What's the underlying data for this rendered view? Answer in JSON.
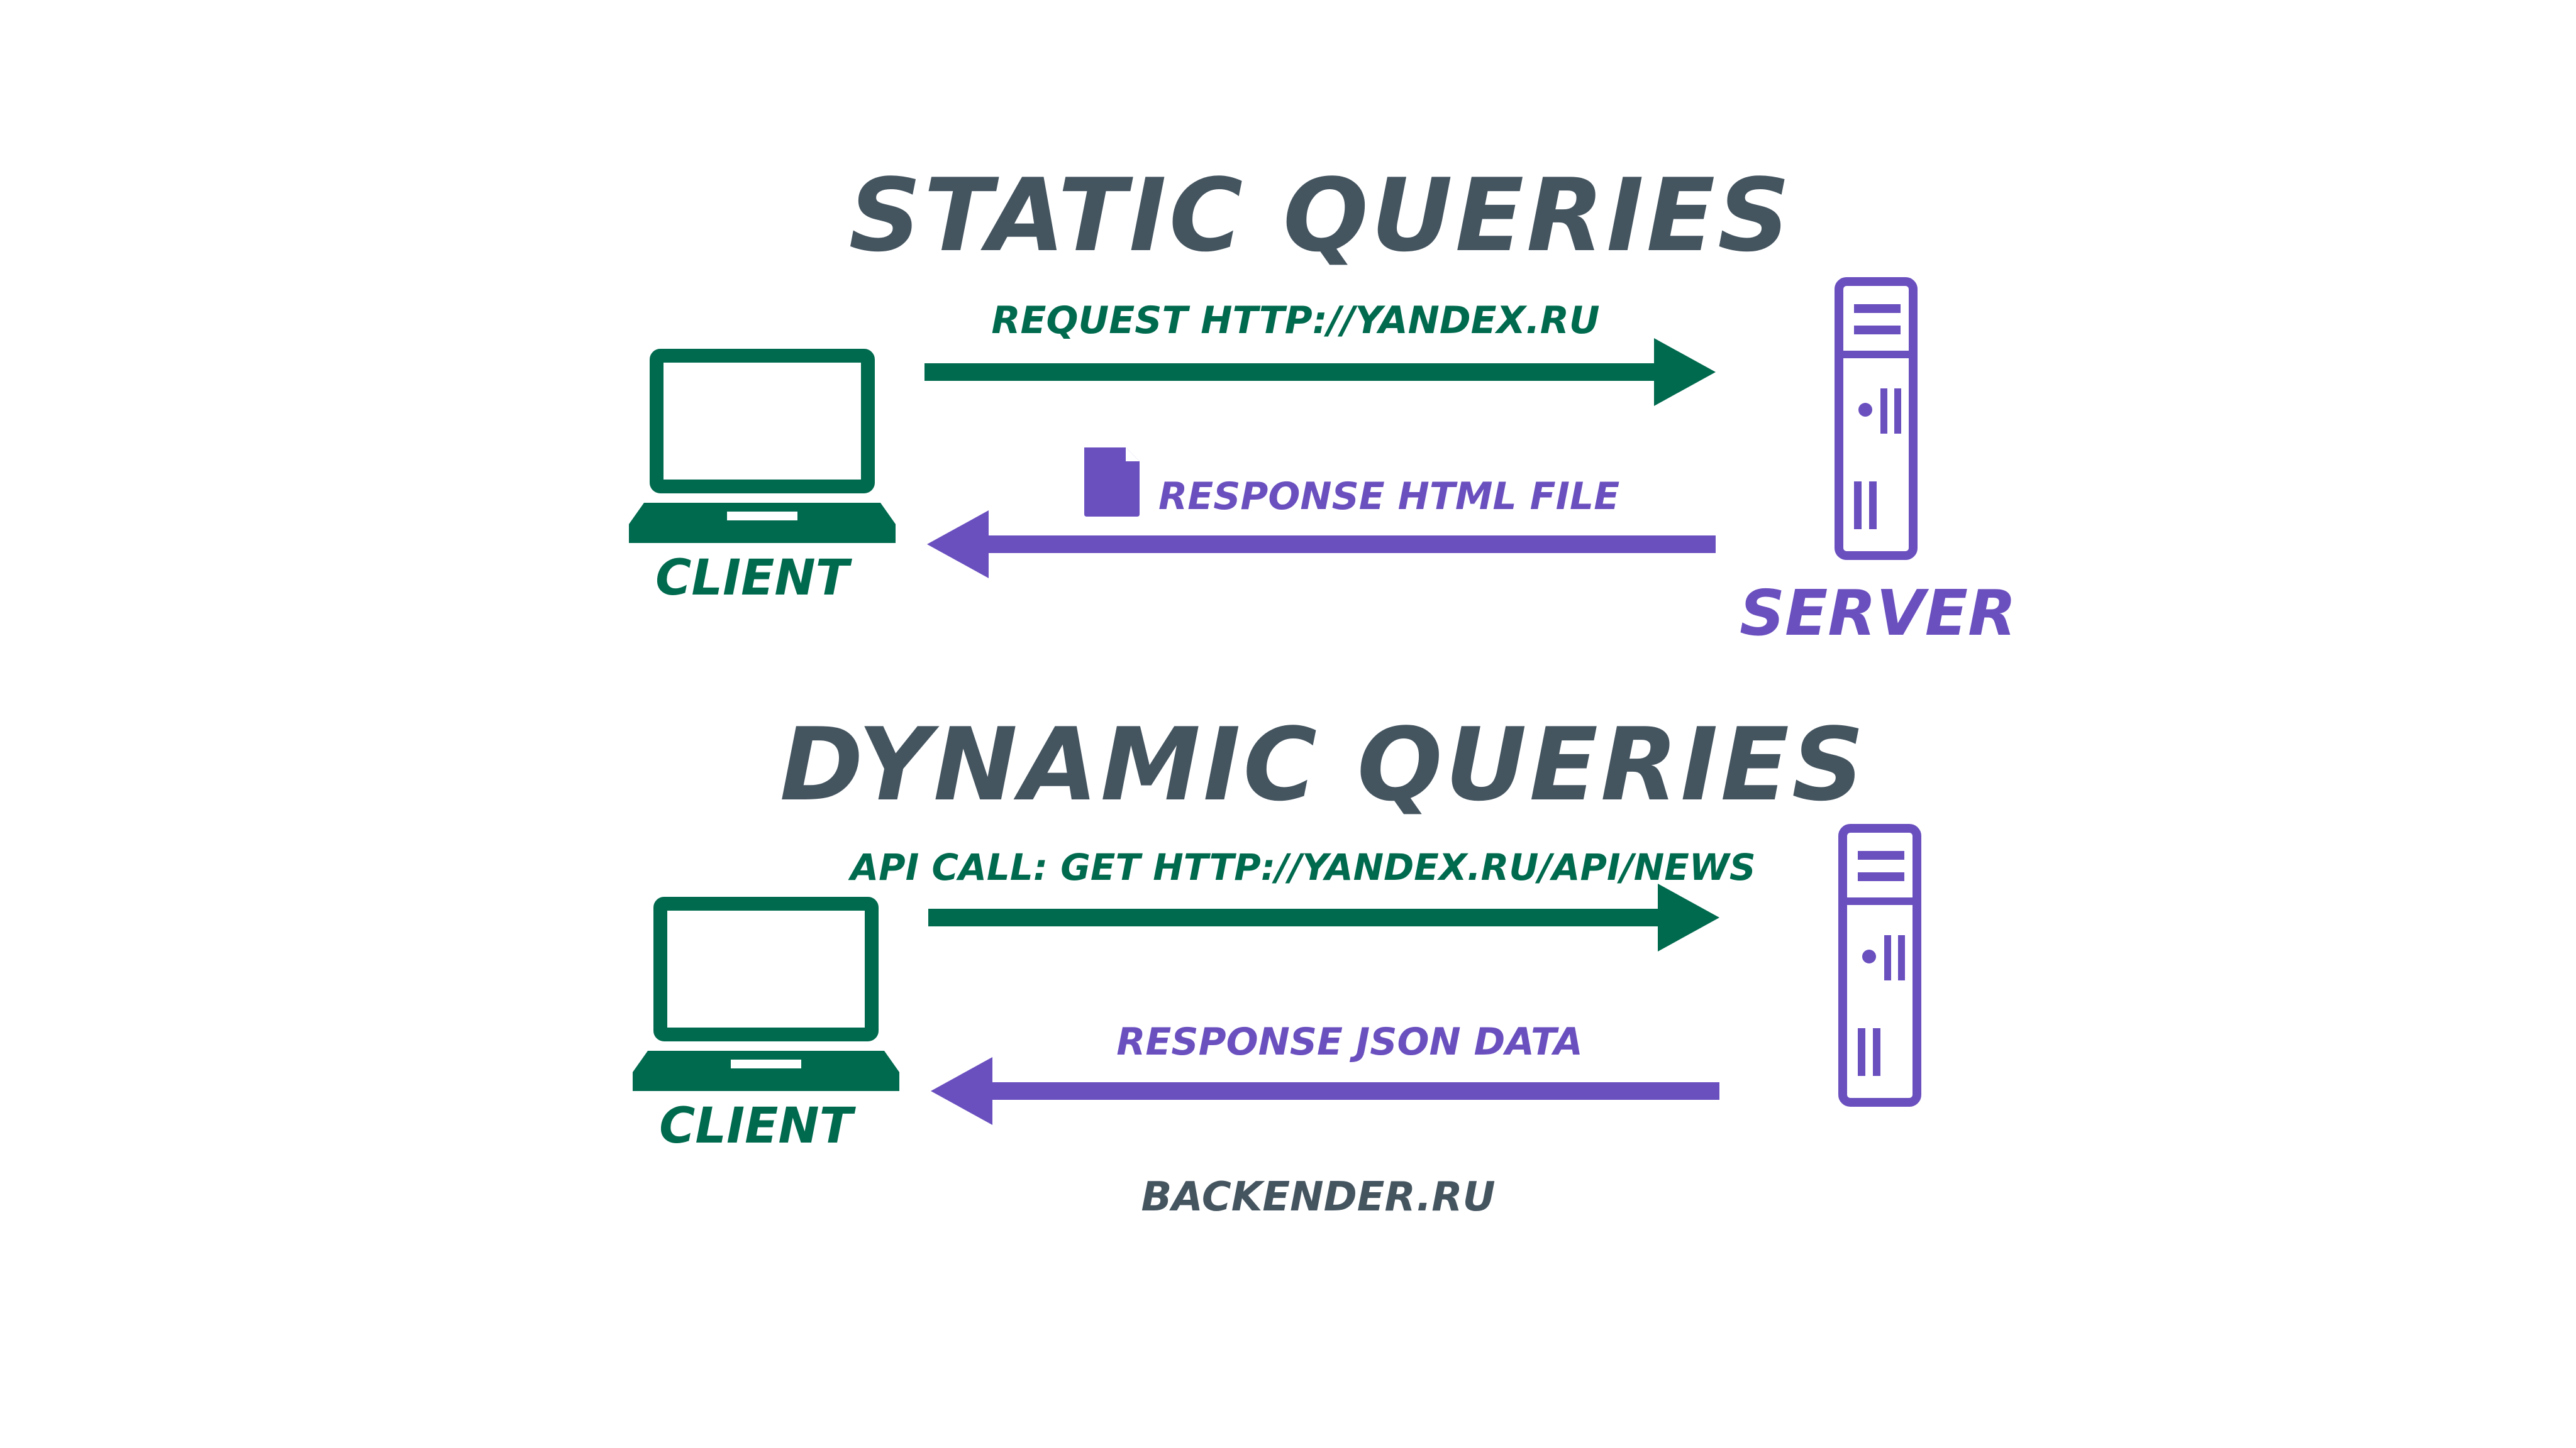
{
  "colors": {
    "green": "#006A4E",
    "purple": "#6A4FBF",
    "slate": "#455560",
    "background": "#FFFFFF"
  },
  "static_section": {
    "title": "STATIC QUERIES",
    "request_label": "REQUEST HTTP://YANDEX.RU",
    "response_label": "RESPONSE HTML FILE",
    "response_icon": "file-icon",
    "client_label": "CLIENT",
    "client_icon": "laptop-icon",
    "server_label": "SERVER",
    "server_icon": "server-icon"
  },
  "dynamic_section": {
    "title": "DYNAMIC QUERIES",
    "request_label": "API CALL: GET HTTP://YANDEX.RU/API/NEWS",
    "response_label": "RESPONSE JSON DATA",
    "client_label": "CLIENT",
    "client_icon": "laptop-icon",
    "server_icon": "server-icon"
  },
  "footer": {
    "site": "BACKENDER.RU"
  }
}
